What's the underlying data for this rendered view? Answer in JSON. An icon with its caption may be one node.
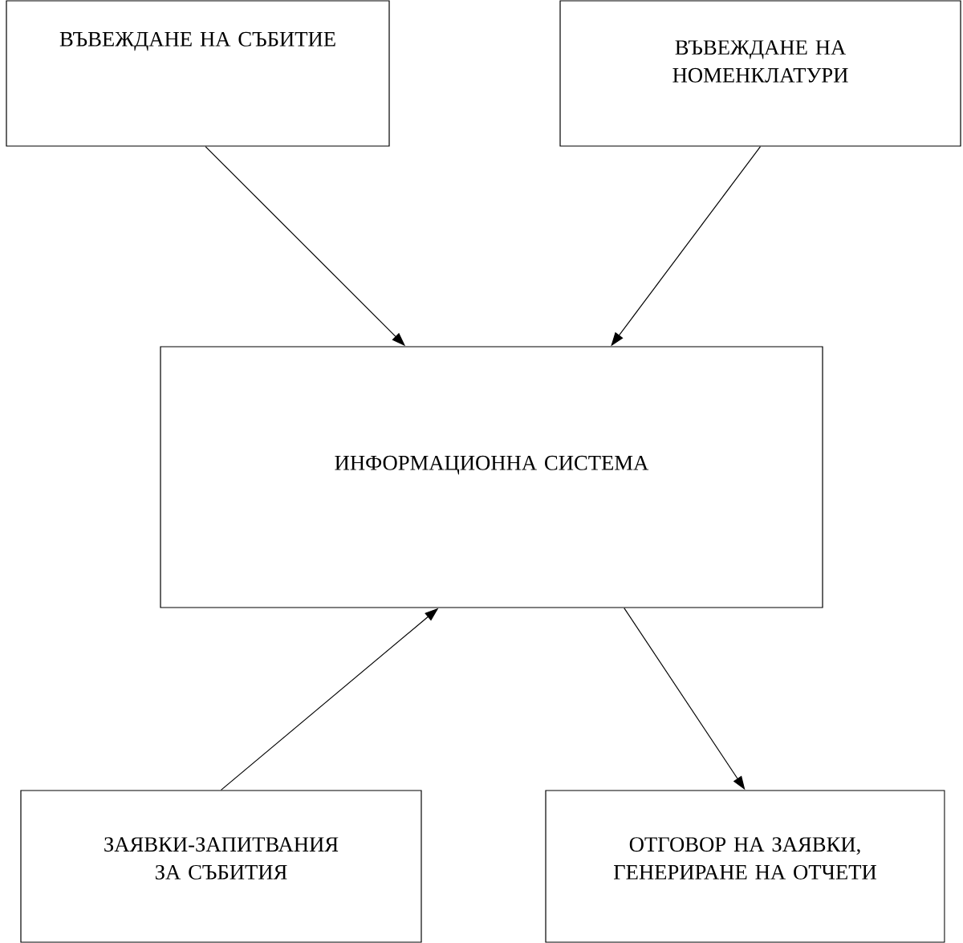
{
  "diagram": {
    "nodes": [
      {
        "text": [
          "ВЪВЕЖДАНЕ НА СЪБИТИЕ"
        ]
      },
      {
        "text": [
          "ВЪВЕЖДАНЕ НА НОМЕНКЛАТУРИ"
        ]
      },
      {
        "text": [
          "ИНФОРМАЦИОННА СИСТЕМА"
        ]
      },
      {
        "text": [
          "ЗАЯВКИ-ЗАПИТВАНИЯ ЗА СЪБИТИЯ"
        ]
      },
      {
        "text": [
          "ОТГОВОР НА ЗАЯВКИ, ГЕНЕРИРАНЕ НА ОТЧЕТИ"
        ]
      }
    ],
    "edges": [
      {
        "from": 0,
        "to": 2,
        "arrow": "to"
      },
      {
        "from": 1,
        "to": 2,
        "arrow": "to"
      },
      {
        "from": 3,
        "to": 2,
        "arrow": "to"
      },
      {
        "from": 2,
        "to": 4,
        "arrow": "to"
      }
    ]
  }
}
